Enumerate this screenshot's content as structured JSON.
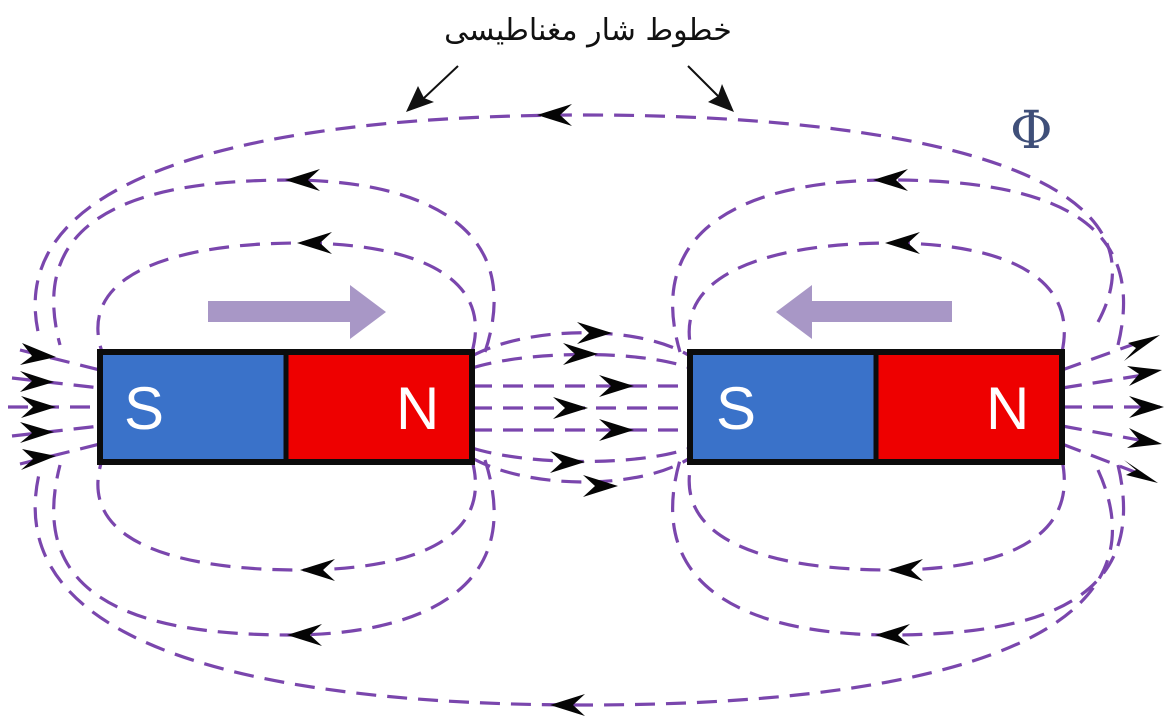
{
  "diagram": {
    "caption": "خطوط شار مغناطیسی",
    "flux_symbol": "Φ",
    "magnets": [
      {
        "south_label": "S",
        "north_label": "N",
        "motion_direction": "right"
      },
      {
        "south_label": "S",
        "north_label": "N",
        "motion_direction": "left"
      }
    ],
    "colors": {
      "south_pole": "#3a72c9",
      "north_pole": "#ee0000",
      "field_lines": "#7a46ad",
      "motion_arrow": "#a897c6",
      "flux_symbol": "#3f4f79"
    }
  }
}
